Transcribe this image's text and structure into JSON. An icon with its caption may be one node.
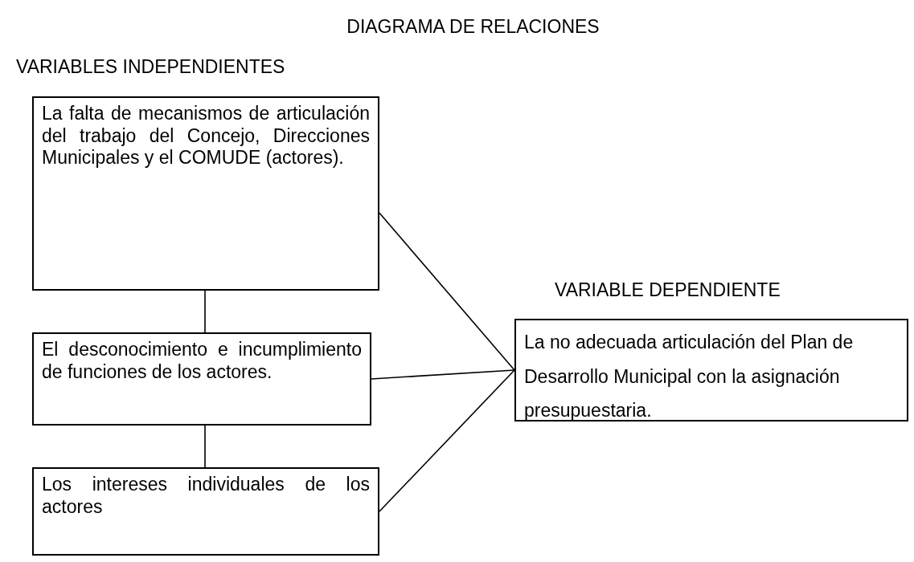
{
  "diagram": {
    "title": "DIAGRAMA DE RELACIONES",
    "nodes": [
      {
        "text": [
          "La falta de mecanismos de articulación del trabajo del Concejo, Direcciones Municipales y el COMUDE (actores)."
        ]
      },
      {
        "text": [
          "El desconocimiento e incumplimiento de funciones de los actores."
        ]
      },
      {
        "text": [
          "Los intereses individuales de los actores"
        ]
      },
      {
        "text": [
          "La no adecuada articulación del Plan de Desarrollo Municipal con la asignación presupuestaria."
        ]
      }
    ],
    "edges": [
      {
        "from": 0,
        "to": 1,
        "arrow": "none"
      },
      {
        "from": 1,
        "to": 2,
        "arrow": "none"
      },
      {
        "from": 0,
        "to": 3,
        "arrow": "none"
      },
      {
        "from": 1,
        "to": 3,
        "arrow": "none"
      },
      {
        "from": 2,
        "to": 3,
        "arrow": "none"
      }
    ],
    "labels": [
      "VARIABLES INDEPENDIENTES",
      "VARIABLE DEPENDIENTE"
    ]
  }
}
